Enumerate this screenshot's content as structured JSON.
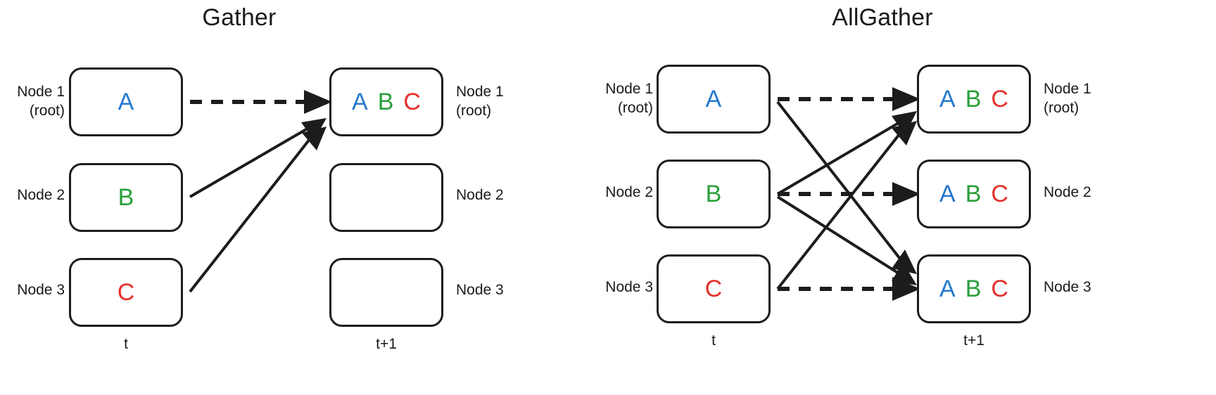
{
  "figure": {
    "title_left": "Gather",
    "title_right": "AllGather",
    "colors": {
      "a": "#2378cd",
      "b": "#2aa03c",
      "c": "#e5302b",
      "stroke": "#1c1c1c",
      "background": "#ffffff"
    }
  },
  "tokens": {
    "a": "A",
    "b": "B",
    "c": "C"
  },
  "gather": {
    "title": "Gather",
    "time_before": "t",
    "time_after": "t+1",
    "left_labels": [
      "Node 1\n(root)",
      "Node 2",
      "Node 3"
    ],
    "right_labels": [
      "Node 1\n(root)",
      "Node 2",
      "Node 3"
    ],
    "before_boxes": [
      {
        "name": "gather-before-node-1",
        "tokens": [
          "A"
        ]
      },
      {
        "name": "gather-before-node-2",
        "tokens": [
          "B"
        ]
      },
      {
        "name": "gather-before-node-3",
        "tokens": [
          "C"
        ]
      }
    ],
    "after_boxes": [
      {
        "name": "gather-after-node-1",
        "tokens": [
          "A",
          "B",
          "C"
        ]
      },
      {
        "name": "gather-after-node-2",
        "tokens": []
      },
      {
        "name": "gather-after-node-3",
        "tokens": []
      }
    ],
    "edges": [
      {
        "from": "node-1",
        "to": "node-1",
        "style": "dashed"
      },
      {
        "from": "node-2",
        "to": "node-1",
        "style": "solid"
      },
      {
        "from": "node-3",
        "to": "node-1",
        "style": "solid"
      }
    ]
  },
  "allgather": {
    "title": "AllGather",
    "time_before": "t",
    "time_after": "t+1",
    "left_labels": [
      "Node 1\n(root)",
      "Node 2",
      "Node 3"
    ],
    "right_labels": [
      "Node 1\n(root)",
      "Node 2",
      "Node 3"
    ],
    "before_boxes": [
      {
        "name": "allgather-before-node-1",
        "tokens": [
          "A"
        ]
      },
      {
        "name": "allgather-before-node-2",
        "tokens": [
          "B"
        ]
      },
      {
        "name": "allgather-before-node-3",
        "tokens": [
          "C"
        ]
      }
    ],
    "after_boxes": [
      {
        "name": "allgather-after-node-1",
        "tokens": [
          "A",
          "B",
          "C"
        ]
      },
      {
        "name": "allgather-after-node-2",
        "tokens": [
          "A",
          "B",
          "C"
        ]
      },
      {
        "name": "allgather-after-node-3",
        "tokens": [
          "A",
          "B",
          "C"
        ]
      }
    ],
    "edges": [
      {
        "from": "node-1",
        "to": "node-1",
        "style": "dashed"
      },
      {
        "from": "node-2",
        "to": "node-2",
        "style": "dashed"
      },
      {
        "from": "node-3",
        "to": "node-3",
        "style": "dashed"
      },
      {
        "from": "node-1",
        "to": "node-3",
        "style": "solid"
      },
      {
        "from": "node-2",
        "to": "node-1",
        "style": "solid"
      },
      {
        "from": "node-2",
        "to": "node-3",
        "style": "solid"
      },
      {
        "from": "node-3",
        "to": "node-1",
        "style": "solid"
      }
    ]
  }
}
